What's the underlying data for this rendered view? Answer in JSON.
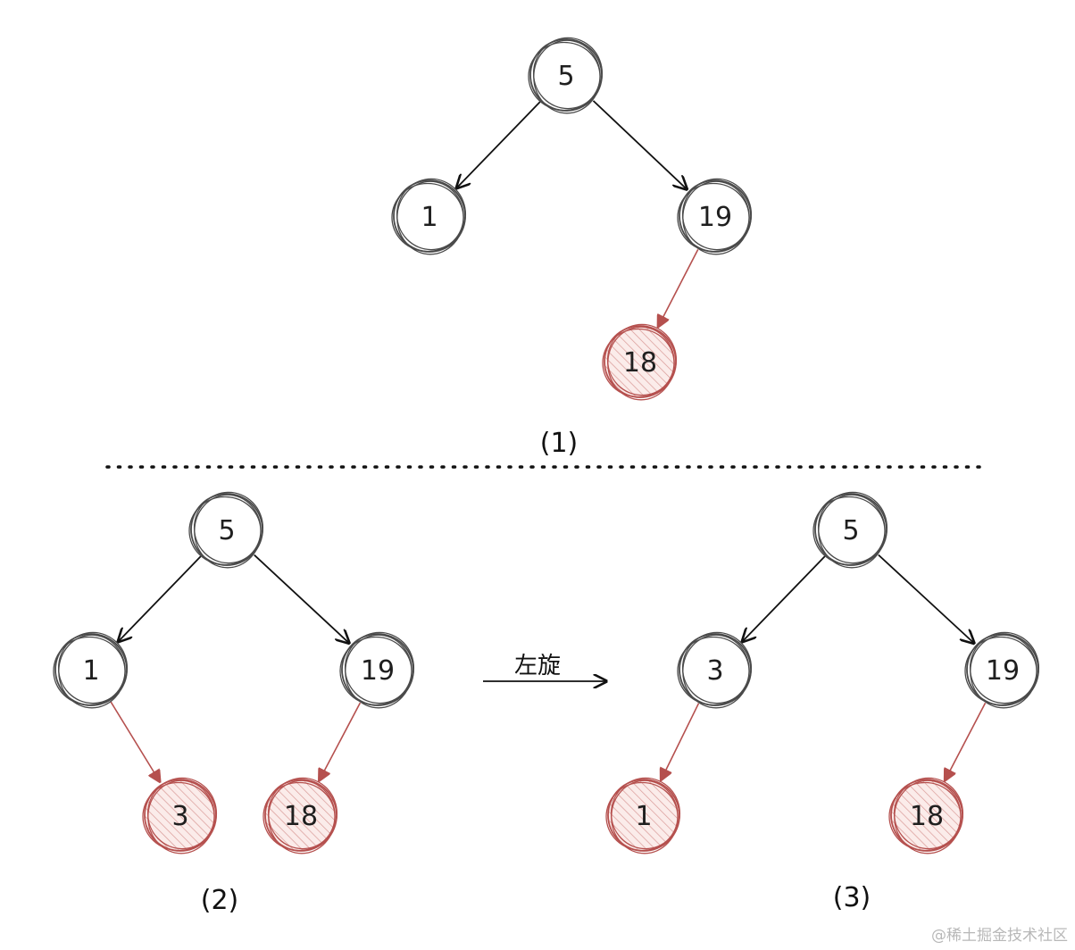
{
  "colors": {
    "black_node": "#4a4a4a",
    "red_node": "#b5504e",
    "red_fill": "#f2d4d2",
    "edge_black": "#111111",
    "edge_red": "#b5504e"
  },
  "trees": [
    {
      "caption": "(1)",
      "nodes": [
        {
          "id": "t1n5",
          "label": "5",
          "color": "black"
        },
        {
          "id": "t1n1",
          "label": "1",
          "color": "black"
        },
        {
          "id": "t1n19",
          "label": "19",
          "color": "black"
        },
        {
          "id": "t1n18",
          "label": "18",
          "color": "red"
        }
      ],
      "edges": [
        [
          "t1n5",
          "t1n1"
        ],
        [
          "t1n5",
          "t1n19"
        ],
        [
          "t1n19",
          "t1n18"
        ]
      ]
    },
    {
      "caption": "(2)",
      "nodes": [
        {
          "id": "t2n5",
          "label": "5",
          "color": "black"
        },
        {
          "id": "t2n1",
          "label": "1",
          "color": "black"
        },
        {
          "id": "t2n19",
          "label": "19",
          "color": "black"
        },
        {
          "id": "t2n3",
          "label": "3",
          "color": "red"
        },
        {
          "id": "t2n18",
          "label": "18",
          "color": "red"
        }
      ],
      "edges": [
        [
          "t2n5",
          "t2n1"
        ],
        [
          "t2n5",
          "t2n19"
        ],
        [
          "t2n1",
          "t2n3"
        ],
        [
          "t2n19",
          "t2n18"
        ]
      ]
    },
    {
      "caption": "(3)",
      "nodes": [
        {
          "id": "t3n5",
          "label": "5",
          "color": "black"
        },
        {
          "id": "t3n3",
          "label": "3",
          "color": "black"
        },
        {
          "id": "t3n19",
          "label": "19",
          "color": "black"
        },
        {
          "id": "t3n1",
          "label": "1",
          "color": "red"
        },
        {
          "id": "t3n18",
          "label": "18",
          "color": "red"
        }
      ],
      "edges": [
        [
          "t3n5",
          "t3n3"
        ],
        [
          "t3n5",
          "t3n19"
        ],
        [
          "t3n3",
          "t3n1"
        ],
        [
          "t3n19",
          "t3n18"
        ]
      ]
    }
  ],
  "rotation_label": "左旋",
  "watermark": "@稀土掘金技术社区"
}
